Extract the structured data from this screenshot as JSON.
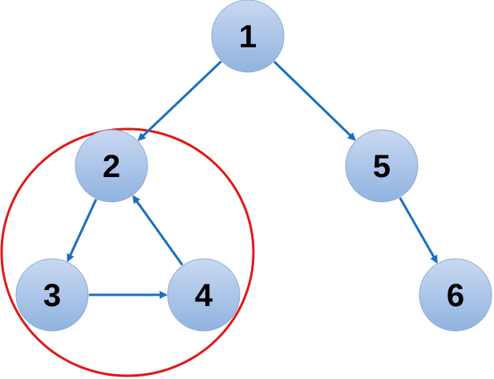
{
  "diagram": {
    "nodes": [
      {
        "id": "1",
        "label": "1"
      },
      {
        "id": "2",
        "label": "2"
      },
      {
        "id": "3",
        "label": "3"
      },
      {
        "id": "4",
        "label": "4"
      },
      {
        "id": "5",
        "label": "5"
      },
      {
        "id": "6",
        "label": "6"
      }
    ],
    "edges": [
      {
        "from": "1",
        "to": "2"
      },
      {
        "from": "1",
        "to": "5"
      },
      {
        "from": "2",
        "to": "3"
      },
      {
        "from": "3",
        "to": "4"
      },
      {
        "from": "4",
        "to": "2"
      },
      {
        "from": "5",
        "to": "6"
      }
    ],
    "highlight_group": [
      "2",
      "3",
      "4"
    ],
    "colors": {
      "node_fill_top": "#c9d9f1",
      "node_fill_bottom": "#90b3e0",
      "node_stroke": "#8eaad6",
      "edge": "#1a6fc0",
      "highlight": "#e0191b",
      "label": "#000000"
    }
  }
}
